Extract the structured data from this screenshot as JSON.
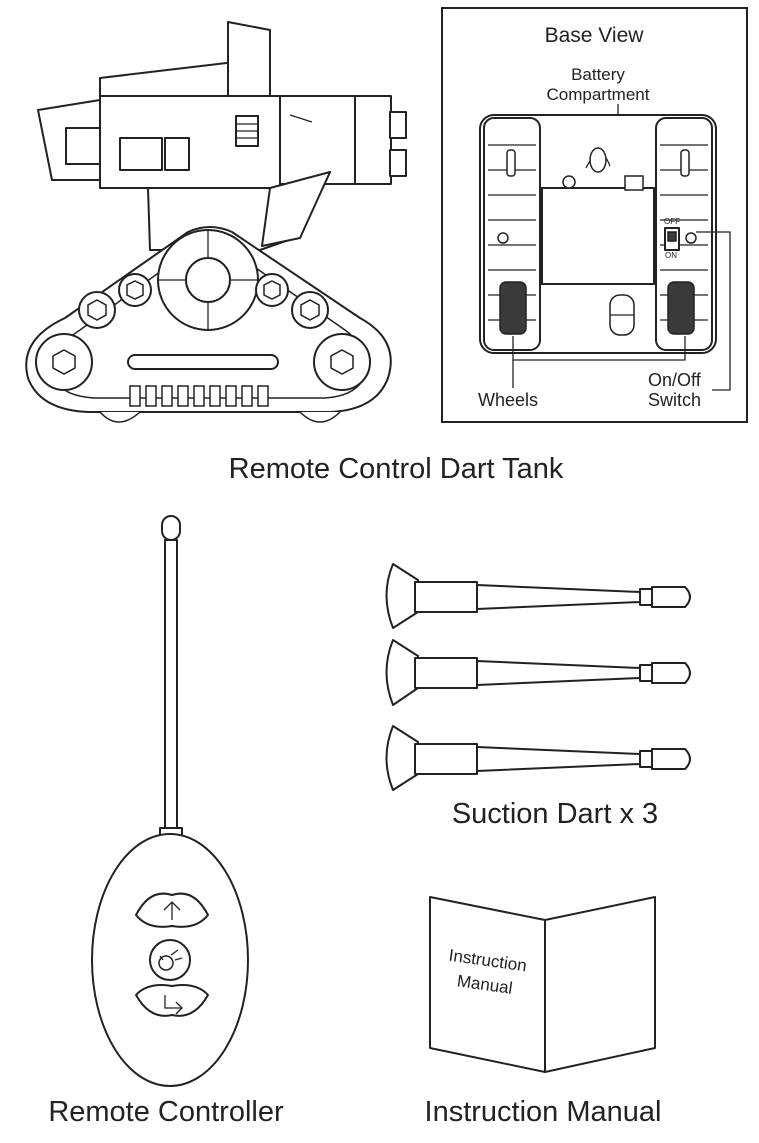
{
  "labels": {
    "tank": "Remote Control Dart Tank",
    "base_view": "Base View",
    "battery_line1": "Battery",
    "battery_line2": "Compartment",
    "wheels": "Wheels",
    "switch_line1": "On/Off",
    "switch_line2": "Switch",
    "switch_off": "OFF",
    "switch_on": "ON",
    "darts": "Suction Dart x 3",
    "controller": "Remote Controller",
    "manual": "Instruction Manual",
    "manual_cover_line1": "Instruction",
    "manual_cover_line2": "Manual"
  },
  "icons": {
    "forward": "up-arrow-icon",
    "fire": "fire-icon",
    "turn": "turn-arrow-icon"
  },
  "colors": {
    "line": "#222222",
    "background": "#ffffff"
  }
}
